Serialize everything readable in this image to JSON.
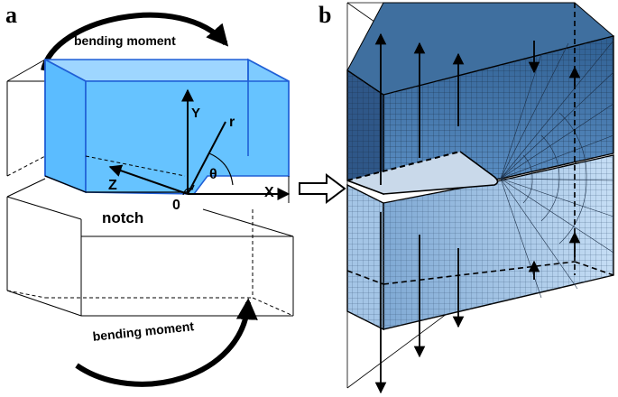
{
  "panels": {
    "a": {
      "label": "a",
      "top_caption": "bending moment",
      "bottom_caption": "bending moment",
      "notch_label": "notch",
      "axis_labels": {
        "y": "Y",
        "r": "r",
        "theta": "θ",
        "x": "X",
        "z": "Z",
        "origin": "0"
      }
    },
    "b": {
      "label": "b"
    }
  },
  "colors": {
    "block_fill": "#66c3ff",
    "block_edge": "#1f5fd6",
    "mesh_top_dark": "#2f5f92",
    "mesh_top_light": "#6b9fd2",
    "mesh_bottom": "#a9cdf0",
    "mesh_line": "#22344a",
    "outline": "#000000"
  }
}
